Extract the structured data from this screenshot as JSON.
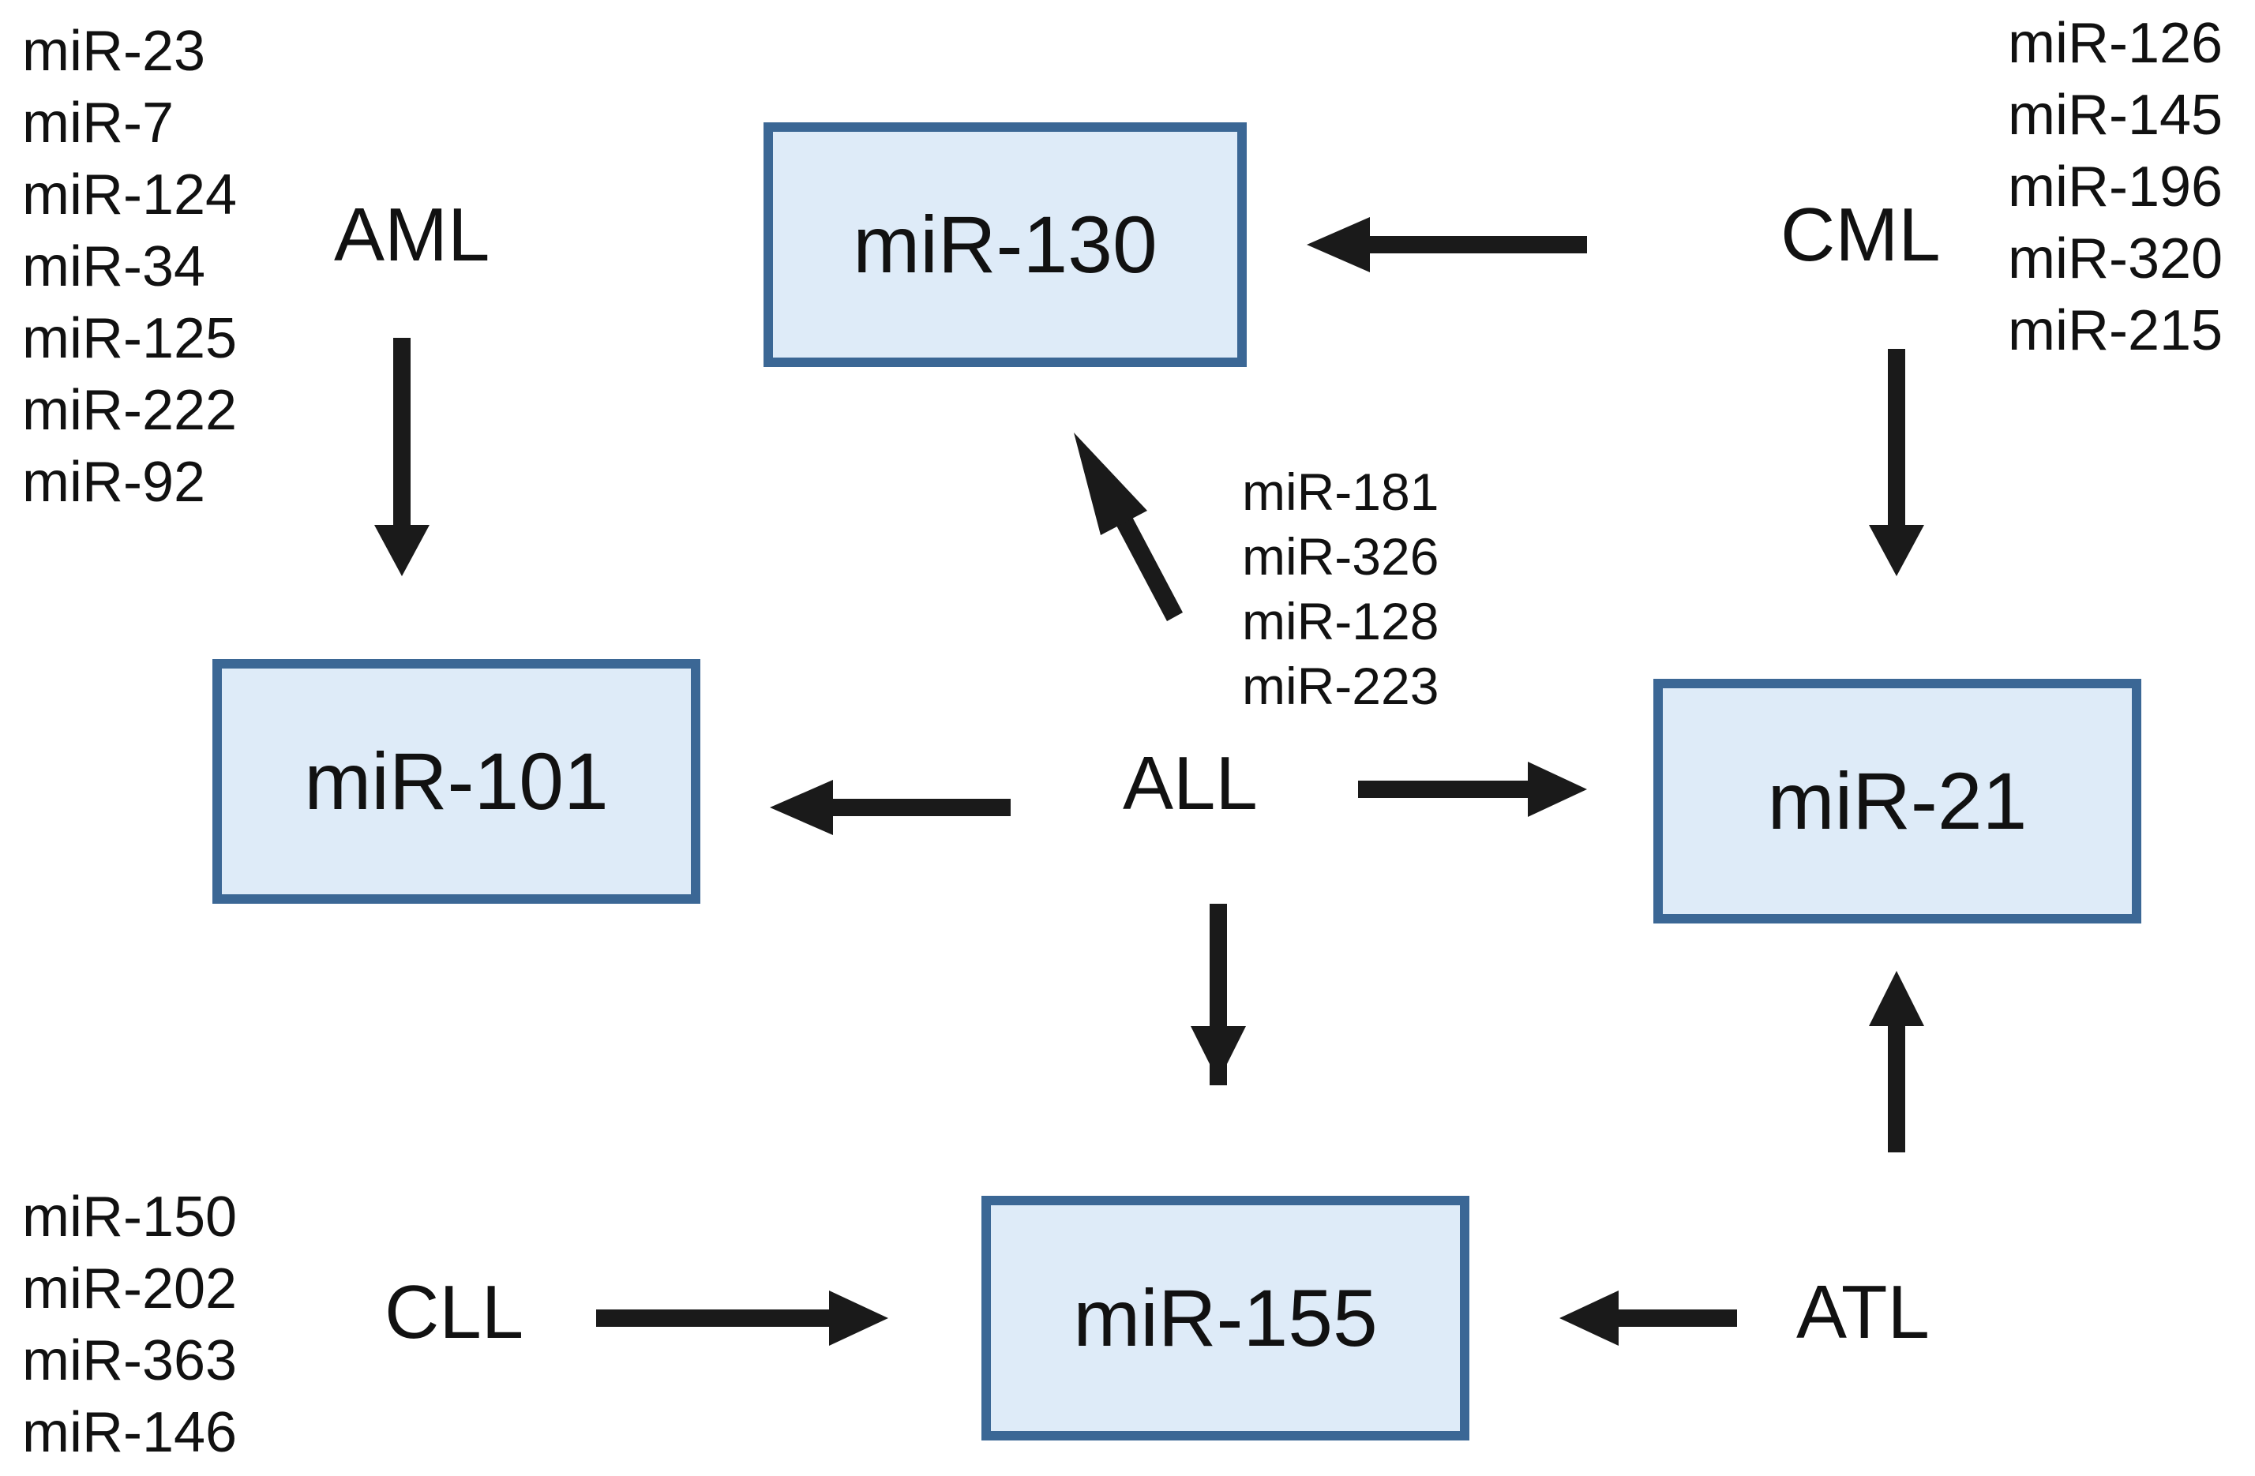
{
  "nodes": {
    "mir130": "miR-130",
    "mir101": "miR-101",
    "mir21": "miR-21",
    "mir155": "miR-155"
  },
  "diseases": {
    "aml": "AML",
    "cml": "CML",
    "all": "ALL",
    "cll": "CLL",
    "atl": "ATL"
  },
  "lists": {
    "aml": [
      "miR-23",
      "miR-7",
      "miR-124",
      "miR-34",
      "miR-125",
      "miR-222",
      "miR-92"
    ],
    "cml": [
      "miR-126",
      "miR-145",
      "miR-196",
      "miR-320",
      "miR-215"
    ],
    "all": [
      "miR-181",
      "miR-326",
      "miR-128",
      "miR-223"
    ],
    "cll": [
      "miR-150",
      "miR-202",
      "miR-363",
      "miR-146"
    ]
  },
  "colors": {
    "node_fill": "#deebf8",
    "node_border": "#3b6795",
    "arrow": "#1a1a1a",
    "text": "#111111"
  }
}
